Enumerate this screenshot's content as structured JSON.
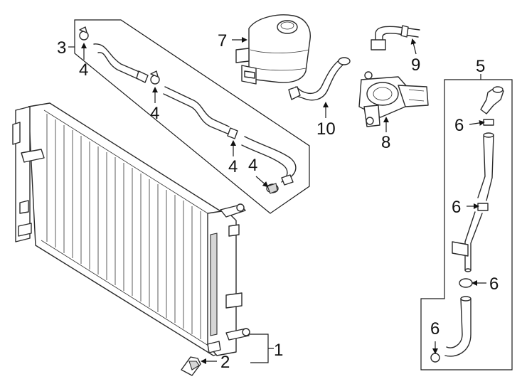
{
  "callouts": {
    "c1": "1",
    "c2": "2",
    "c3": "3",
    "c4a": "4",
    "c4b": "4",
    "c4c": "4",
    "c4d": "4",
    "c5": "5",
    "c6a": "6",
    "c6b": "6",
    "c6c": "6",
    "c6d": "6",
    "c7": "7",
    "c8": "8",
    "c9": "9",
    "c10": "10"
  }
}
